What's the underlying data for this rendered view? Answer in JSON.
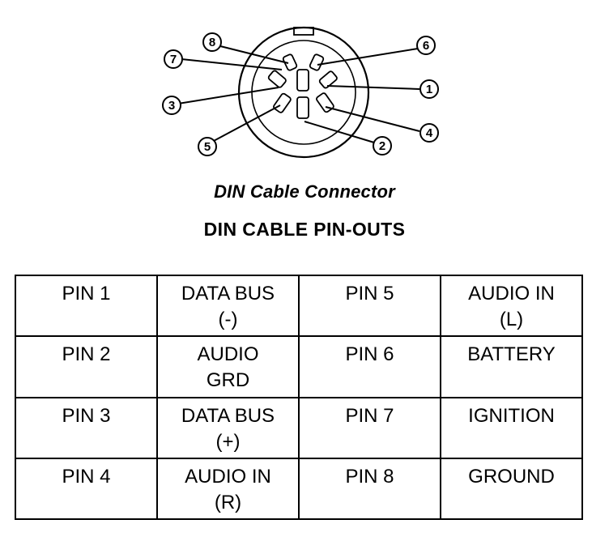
{
  "diagram": {
    "callouts": [
      "8",
      "7",
      "3",
      "5",
      "6",
      "1",
      "4",
      "2"
    ]
  },
  "caption": "DIN Cable Connector",
  "heading": "DIN CABLE PIN-OUTS",
  "table": {
    "rows": [
      [
        "PIN 1",
        "DATA BUS\n(-)",
        "PIN 5",
        "AUDIO IN\n(L)"
      ],
      [
        "PIN 2",
        "AUDIO\nGRD",
        "PIN 6",
        "BATTERY"
      ],
      [
        "PIN 3",
        "DATA BUS\n(+)",
        "PIN 7",
        "IGNITION"
      ],
      [
        "PIN 4",
        "AUDIO IN\n(R)",
        "PIN 8",
        "GROUND"
      ]
    ]
  }
}
